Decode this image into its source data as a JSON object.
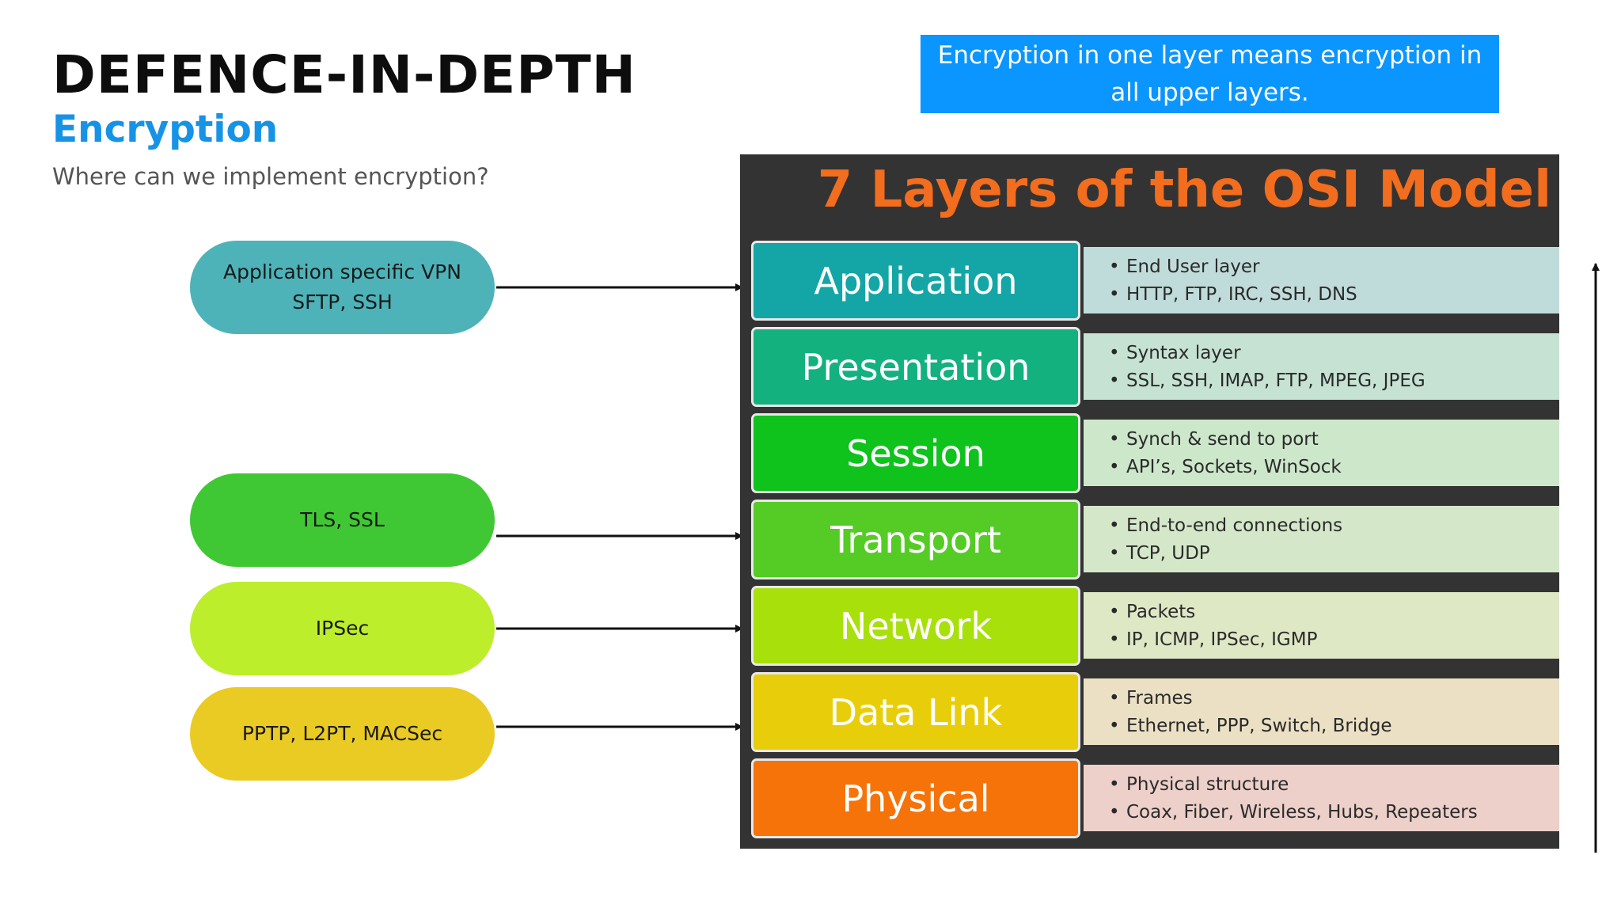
{
  "header": {
    "title": "DEFENCE-IN-DEPTH",
    "subtitle": "Encryption",
    "question": "Where can we implement encryption?"
  },
  "callout": {
    "text": "Encryption in one layer means encryption in all upper layers.",
    "color": "#0b95ff"
  },
  "encryption_methods": [
    {
      "lines": [
        "Application specific VPN",
        "SFTP, SSH"
      ],
      "color": "#4db3b8",
      "target_layer": "Application"
    },
    {
      "lines": [
        "TLS, SSL"
      ],
      "color": "#3fc833",
      "target_layer": "Transport"
    },
    {
      "lines": [
        "IPSec"
      ],
      "color": "#bcee2b",
      "target_layer": "Network"
    },
    {
      "lines": [
        "PPTP, L2PT, MACSec"
      ],
      "color": "#eacb24",
      "target_layer": "Data Link"
    }
  ],
  "osi": {
    "title": "7 Layers of the OSI Model",
    "title_color": "#f26d1d",
    "layers": [
      {
        "name": "Application",
        "color": "#14a6a6",
        "desc_color": "#c0dcda",
        "desc": [
          "End User layer",
          "HTTP, FTP, IRC, SSH, DNS"
        ]
      },
      {
        "name": "Presentation",
        "color": "#13b17d",
        "desc_color": "#c6e2d2",
        "desc": [
          "Syntax layer",
          "SSL, SSH, IMAP, FTP, MPEG, JPEG"
        ]
      },
      {
        "name": "Session",
        "color": "#0fc21c",
        "desc_color": "#cde7cb",
        "desc": [
          "Synch & send to port",
          "API’s, Sockets, WinSock"
        ]
      },
      {
        "name": "Transport",
        "color": "#55cc26",
        "desc_color": "#d4e8c9",
        "desc": [
          "End-to-end connections",
          "TCP, UDP"
        ]
      },
      {
        "name": "Network",
        "color": "#a8e00b",
        "desc_color": "#dfe8c5",
        "desc": [
          "Packets",
          "IP, ICMP, IPSec, IGMP"
        ]
      },
      {
        "name": "Data Link",
        "color": "#e8ce0a",
        "desc_color": "#ebe0c4",
        "desc": [
          "Frames",
          "Ethernet, PPP, Switch, Bridge"
        ]
      },
      {
        "name": "Physical",
        "color": "#f67309",
        "desc_color": "#ecd0c9",
        "desc": [
          "Physical structure",
          "Coax, Fiber, Wireless, Hubs, Repeaters"
        ]
      }
    ]
  }
}
